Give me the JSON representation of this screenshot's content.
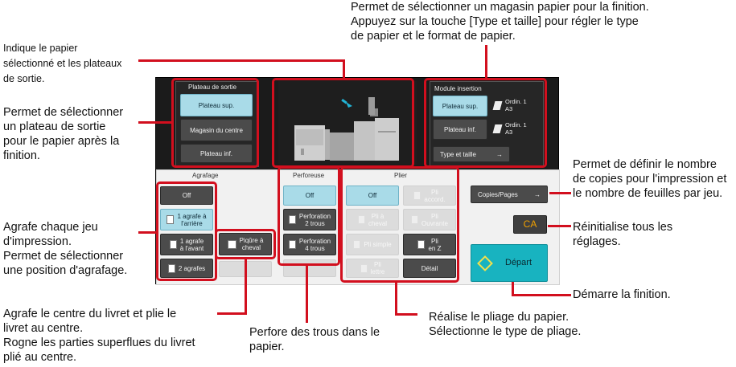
{
  "annotations": {
    "top": "Permet de sélectionner un magasin papier pour la finition.\nAppuyez sur la touche [Type et taille] pour régler le type\nde papier et le format de papier.",
    "paper_indicator": "Indique le papier\nsélectionné et les plateaux\nde sortie.",
    "output_tray": "Permet de sélectionner\nun plateau de sortie\npour le papier après la\nfinition.",
    "staple": "Agrafe chaque jeu\nd'impression.\nPermet de sélectionner\nune position d'agrafage.",
    "saddle": "Agrafe le centre du livret et plie le\nlivret au centre.\nRogne les parties superflues du livret\nplié au centre.",
    "punch": "Perfore des trous dans le\npapier.",
    "fold": "Réalise le pliage du papier.\nSélectionne le type de pliage.",
    "copies": "Permet de définir le nombre\nde copies pour l'impression et\nle nombre de feuilles par jeu.",
    "reset": "Réinitialise tous les\nréglages.",
    "start": "Démarre la finition."
  },
  "output_tray": {
    "title": "Plateau de sortie",
    "options": [
      "Plateau sup.",
      "Magasin du centre",
      "Plateau inf."
    ],
    "selected": "Plateau sup."
  },
  "inserter": {
    "title": "Module insertion",
    "upper_label": "Plateau sup.",
    "upper_paper": "Ordin. 1\nA3",
    "lower_label": "Plateau inf.",
    "lower_paper": "Ordin. 1\nA3",
    "type_size": "Type et taille",
    "type_size_arrow": "→"
  },
  "staple": {
    "title": "Agrafage",
    "off": "Off",
    "back": "1 agrafe à\nl'arrière",
    "front": "1 agrafe\nà l'avant",
    "two": "2 agrafes",
    "saddle": "Piqûre à\ncheval"
  },
  "punch": {
    "title": "Perforeuse",
    "off": "Off",
    "two": "Perforation\n2 trous",
    "four": "Perforation\n4 trous"
  },
  "fold": {
    "title": "Plier",
    "off": "Off",
    "accordion": "Pli\naccord.",
    "half": "Pli à\ncheval",
    "double": "Pli\nOuvrante",
    "single": "Pli simple",
    "z": "Pli\nen Z",
    "letter": "Pli\nlettre",
    "detail": "Détail"
  },
  "right": {
    "copies": "Copies/Pages",
    "copies_arrow": "→",
    "reset": "CA",
    "start": "Départ"
  },
  "colors": {
    "accent_red": "#d20f1e",
    "selected": "#a9dbe8",
    "start": "#18b3c0",
    "reset_bg": "#3f3f3f",
    "reset_fg": "#f0a000"
  }
}
